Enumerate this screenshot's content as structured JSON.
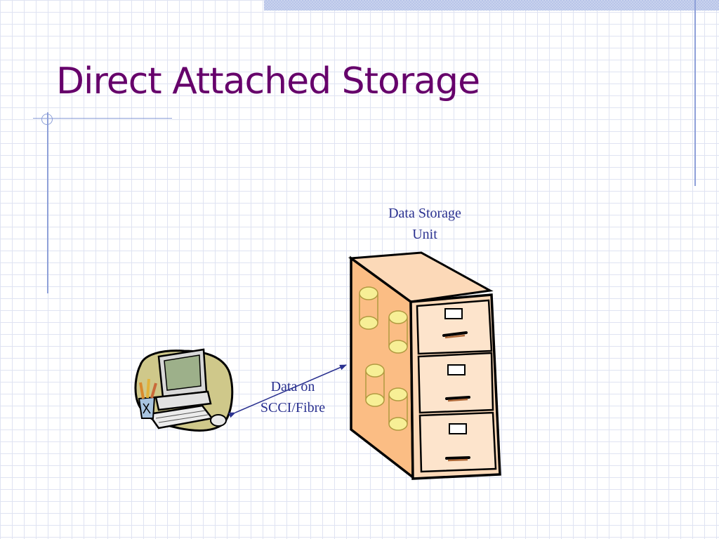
{
  "slide": {
    "title": "Direct Attached Storage"
  },
  "diagram": {
    "storage_label_line1": "Data Storage",
    "storage_label_line2": "Unit",
    "link_label_line1": "Data on",
    "link_label_line2": "SCCI/Fibre"
  },
  "colors": {
    "title": "#66006b",
    "labels": "#2a3190",
    "grid": "#dfe3f2",
    "accent_rule": "#8ea0d8",
    "cabinet_side": "#fbbd84",
    "cabinet_front": "#fcd9b8",
    "disk_yellow": "#f7ef96"
  },
  "icons": {
    "computer": "desktop-computer-icon",
    "storage": "filing-cabinet-storage-icon"
  }
}
